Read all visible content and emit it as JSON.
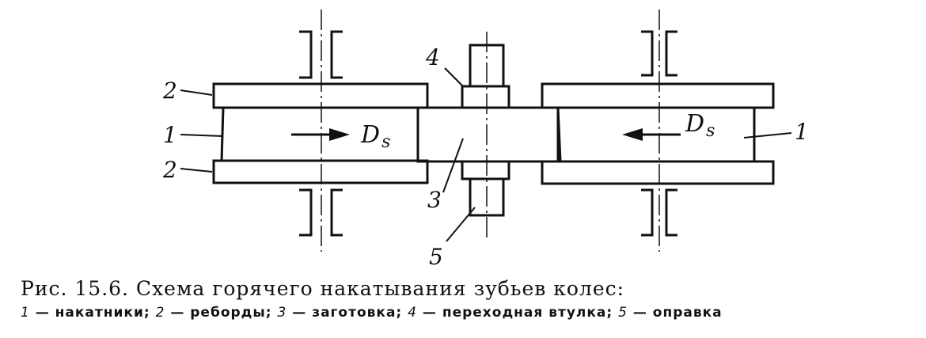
{
  "diagram": {
    "labels": {
      "rolls_left": "1",
      "rolls_right": "1",
      "flange_top": "2",
      "flange_bottom": "2",
      "blank": "3",
      "bushing": "4",
      "mandrel": "5",
      "feed_left_symbol": "D",
      "feed_left_sub": "s",
      "feed_right_symbol": "D",
      "feed_right_sub": "s"
    }
  },
  "caption": {
    "title": "Рис. 15.6. Схема горячего накатывания зубьев колес:",
    "legend": [
      {
        "num": "1",
        "text": "накатники"
      },
      {
        "num": "2",
        "text": "реборды"
      },
      {
        "num": "3",
        "text": "заготовка"
      },
      {
        "num": "4",
        "text": "переходная втулка"
      },
      {
        "num": "5",
        "text": "оправка"
      }
    ]
  }
}
